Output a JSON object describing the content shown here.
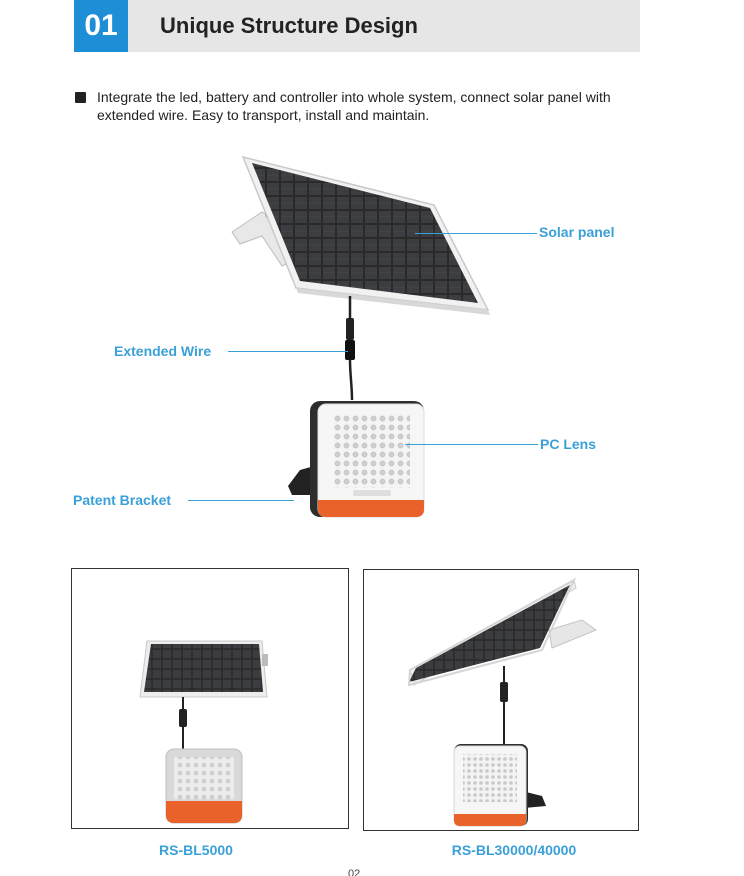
{
  "header": {
    "number": "01",
    "title": "Unique Structure Design"
  },
  "intro": {
    "text": "Integrate the led, battery and controller into whole system, connect solar panel with extended wire. Easy to transport, install and maintain."
  },
  "diagram": {
    "labels": {
      "solar_panel": "Solar panel",
      "extended_wire": "Extended Wire",
      "pc_lens": "PC Lens",
      "patent_bracket": "Patent Bracket"
    }
  },
  "products": [
    {
      "model": "RS-BL5000"
    },
    {
      "model": "RS-BL30000/40000"
    }
  ],
  "footer": {
    "page": "02"
  },
  "colors": {
    "accent": "#1e8fd6",
    "label": "#3aa0d8",
    "orange": "#e8622a"
  }
}
